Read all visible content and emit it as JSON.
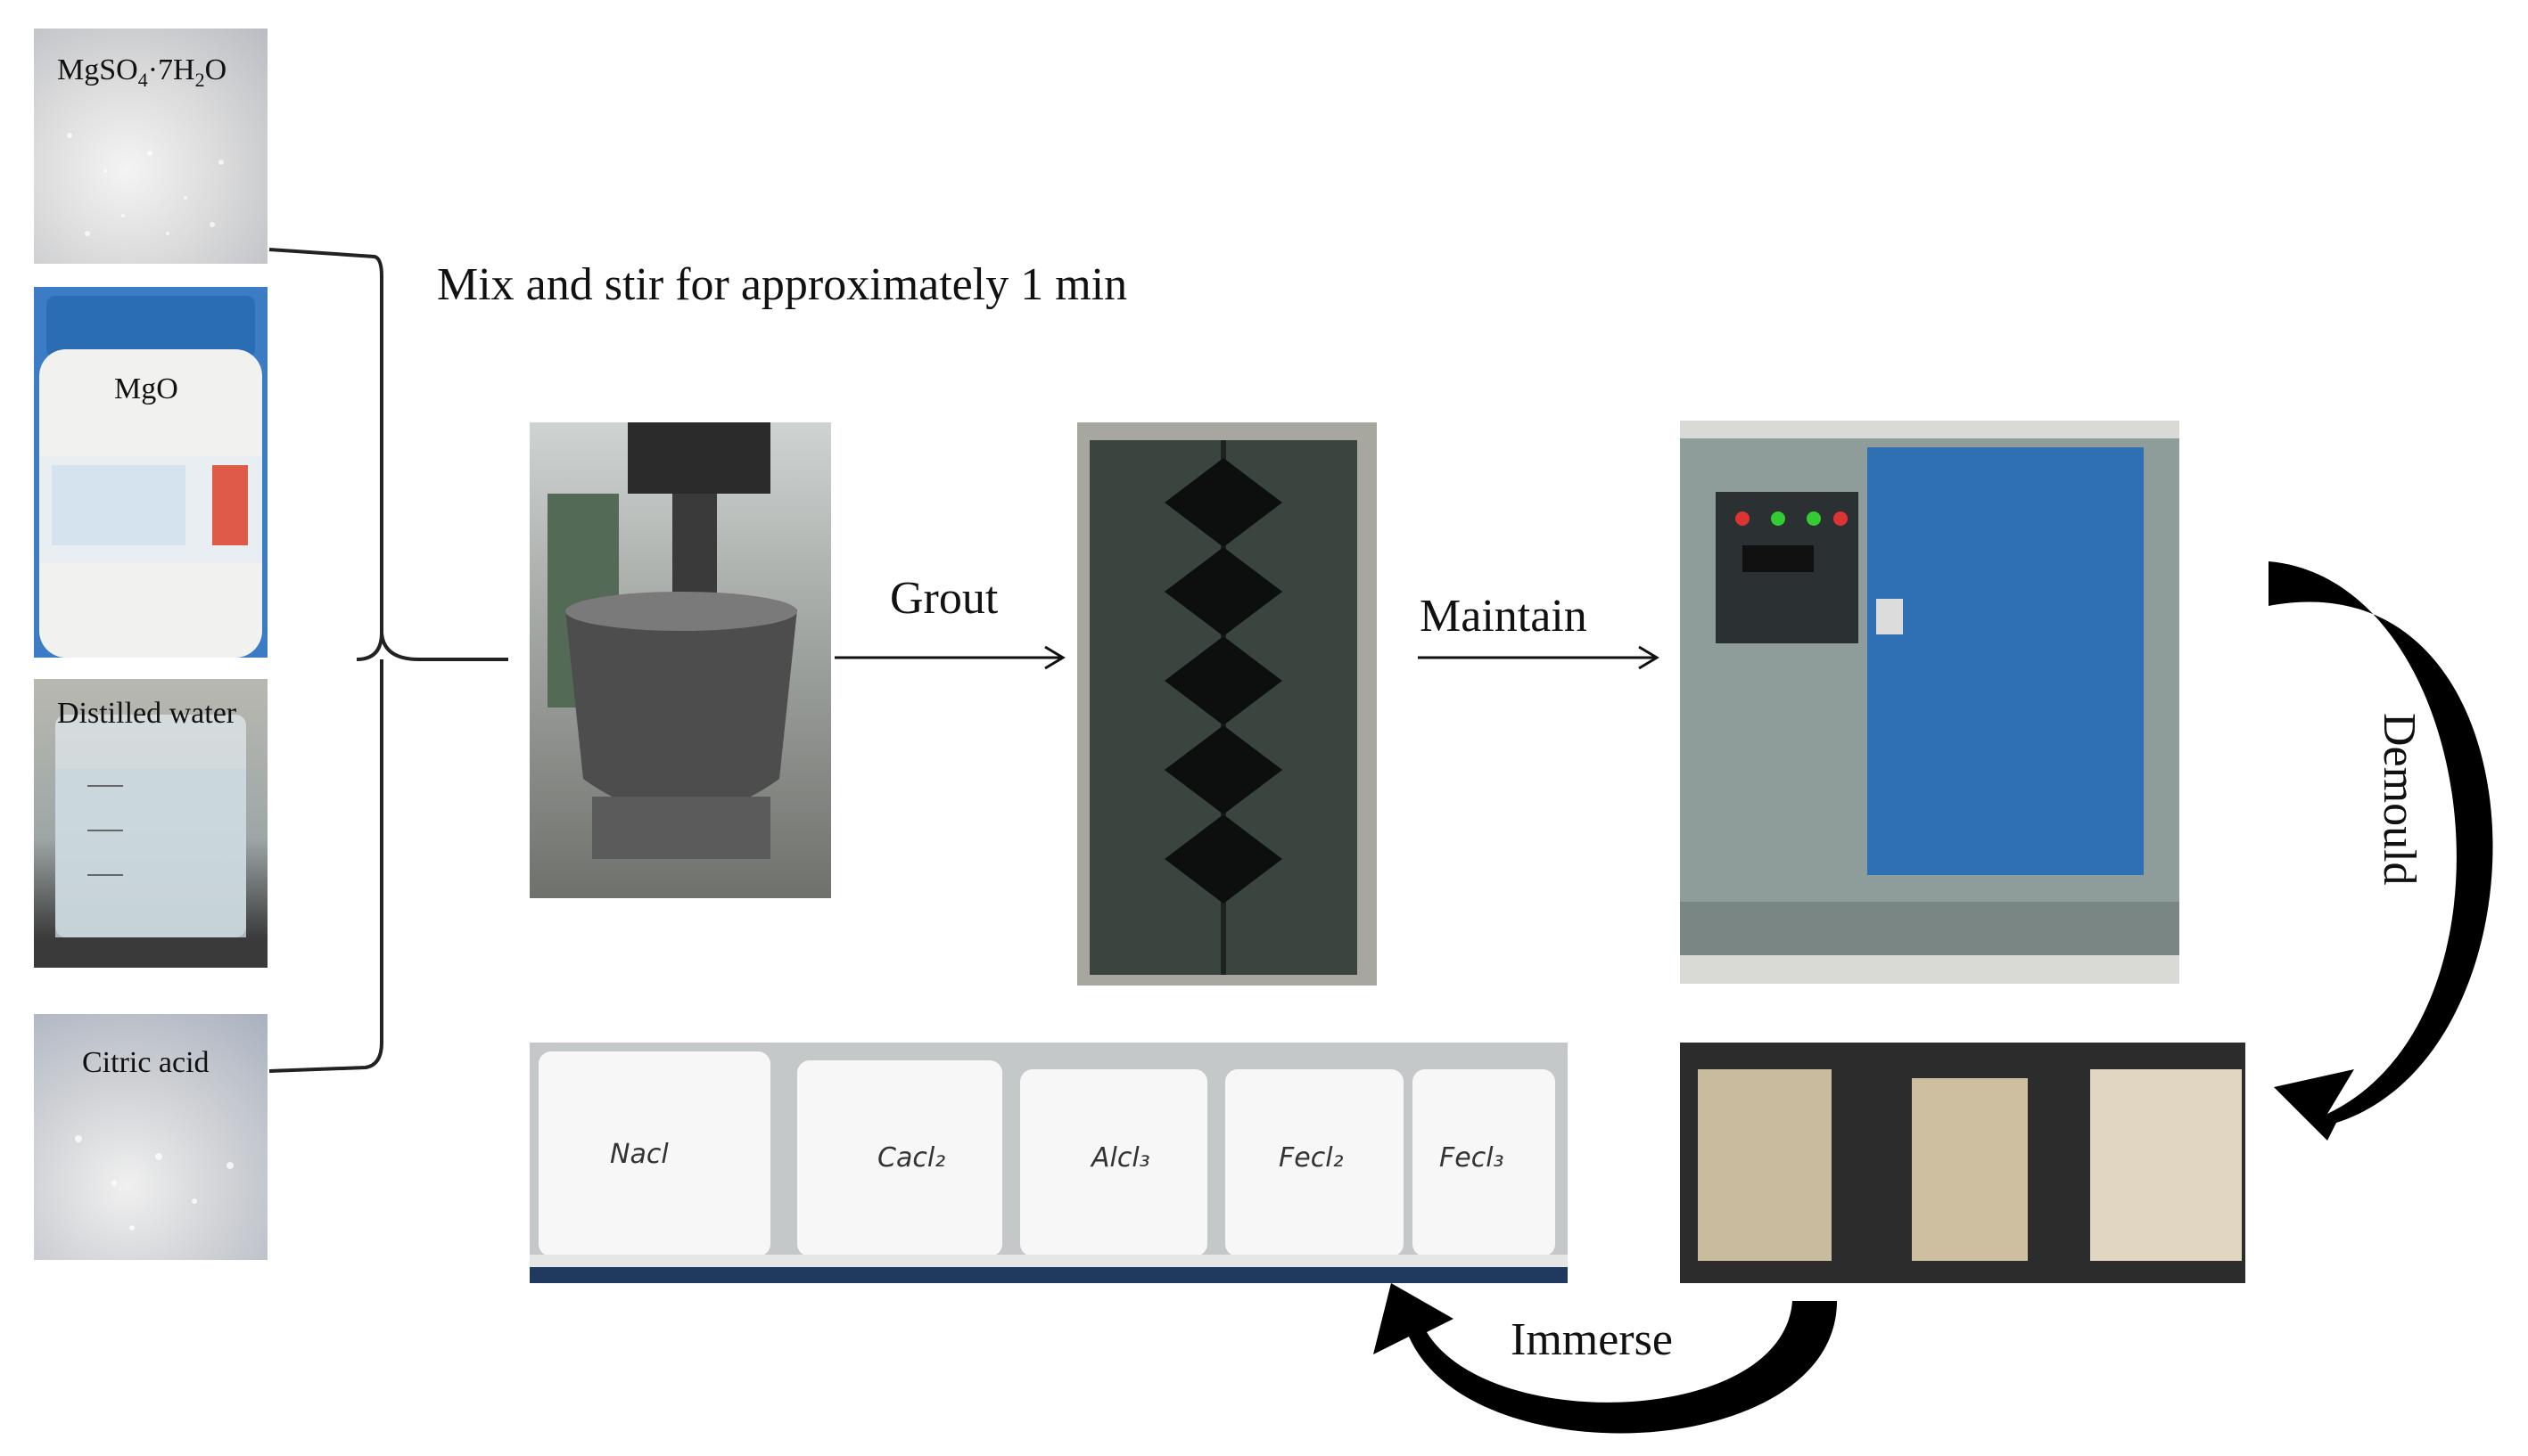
{
  "ingredients": {
    "mgso4": {
      "label_main": "MgSO",
      "sub1": "4",
      "middle": "·7H",
      "sub2": "2",
      "tail": "O"
    },
    "mgo": {
      "label": "MgO"
    },
    "water": {
      "label": "Distilled water"
    },
    "citric": {
      "label": "Citric acid"
    }
  },
  "steps": {
    "mix": "Mix and stir for approximately 1 min",
    "grout": "Grout",
    "maintain": "Maintain",
    "demould": "Demould",
    "immerse": "Immerse"
  },
  "containers": [
    "Nacl",
    "Cacl₂",
    "Alcl₃",
    "Fecl₂",
    "Fecl₃"
  ],
  "colors": {
    "powder": "#e6e6e6",
    "cabinet_blue": "#2f6fb3",
    "cabinet_grey": "#8e9c9a",
    "mold": "#3a4540",
    "specimen": "#c9bc9e",
    "arrow": "#000000"
  }
}
